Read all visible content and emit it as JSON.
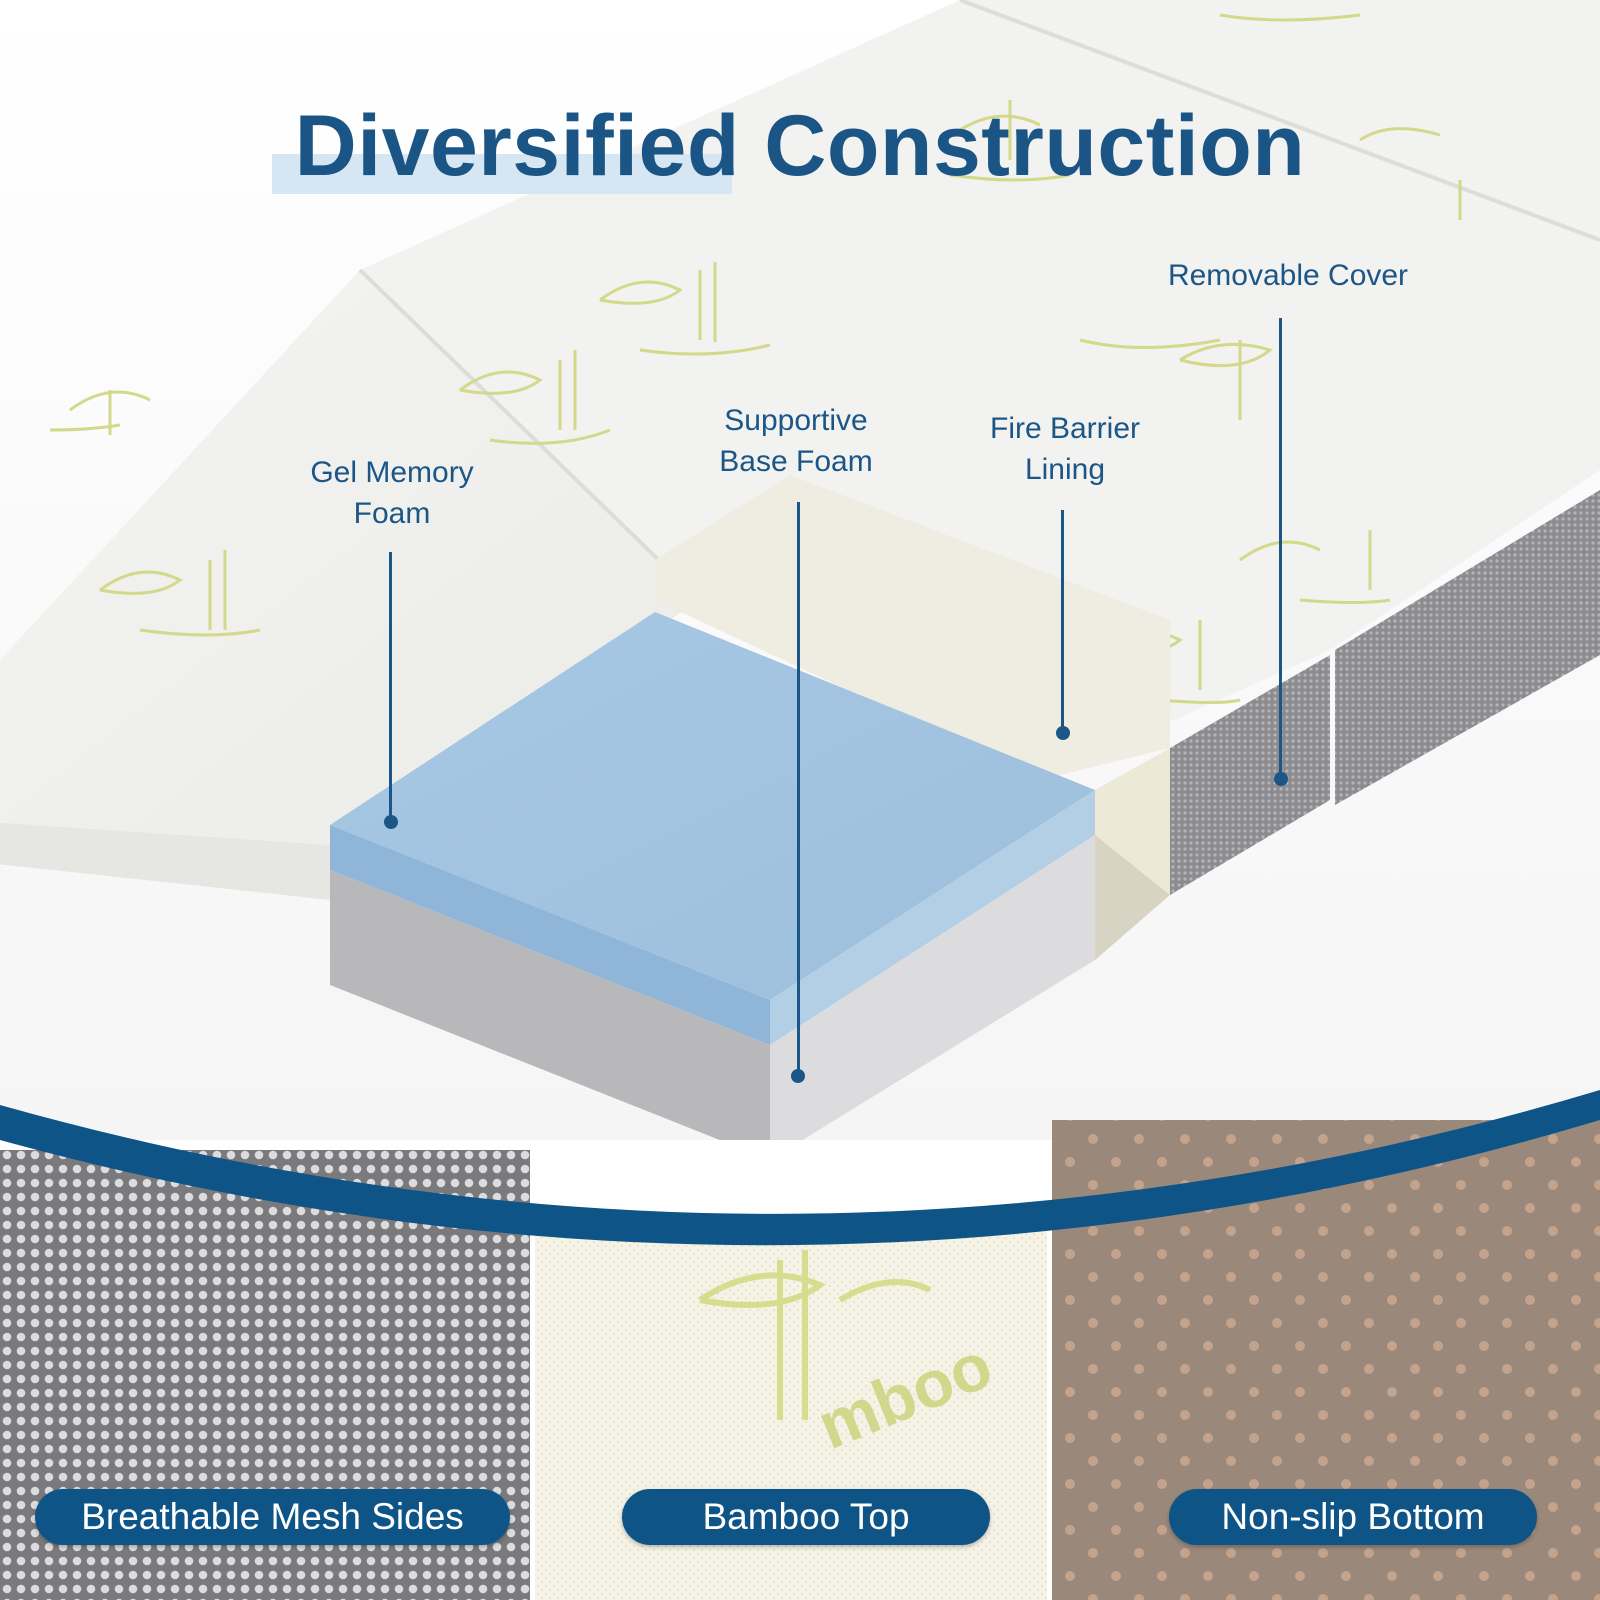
{
  "title": "Diversified Construction",
  "callouts": {
    "gel_memory_foam": [
      "Gel Memory",
      "Foam"
    ],
    "supportive_base_foam": [
      "Supportive",
      "Base Foam"
    ],
    "fire_barrier_lining": [
      "Fire Barrier",
      "Lining"
    ],
    "removable_cover": [
      "Removable Cover"
    ]
  },
  "swatches": {
    "mesh": "Breathable Mesh Sides",
    "bamboo": "Bamboo Top",
    "nonslip": "Non-slip Bottom"
  },
  "colors": {
    "brand_blue": "#0f5487",
    "gel_foam": "#a9cae4",
    "base_foam": "#bdbdbf",
    "fire_barrier": "#ece9d7",
    "mesh_side": "#8e8e92",
    "bamboo_print": "#d8dc8e",
    "nonslip_bottom": "#9a8879"
  }
}
